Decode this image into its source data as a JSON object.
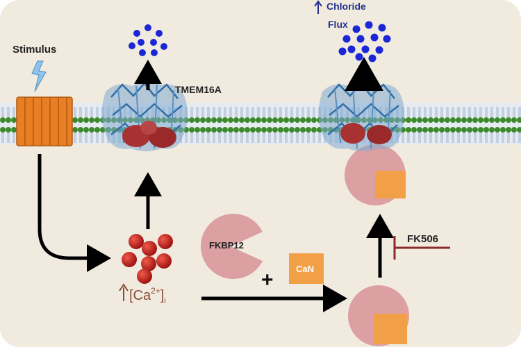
{
  "labels": {
    "stimulus": "Stimulus",
    "channel": "TMEM16A",
    "chloride_line1": "Chloride",
    "chloride_line2": "Flux",
    "fkbp12": "FKBP12",
    "plus": "+",
    "can": "CaN",
    "calcium": "[Ca",
    "calcium_sup": "2+",
    "calcium_sub": "i",
    "calcium_close": "]",
    "fk506": "FK506"
  },
  "colors": {
    "background": "#f1ebdf",
    "membrane_green": "#3c8a2c",
    "membrane_core": "#dfe6f0",
    "receptor": "#e87f24",
    "channel_blue": "#2f6ea6",
    "channel_red": "#a83232",
    "calcium_red": "#cc1f1f",
    "chloride_blue": "#1b27d6",
    "fkbp_pink": "#dda0a2",
    "can_orange": "#f2a048",
    "inhibitor": "#8a2a2a",
    "up_arrow_blue": "#23308f",
    "up_arrow_brown": "#8a4a3a"
  },
  "icons": [
    "lightning-icon",
    "up-arrow-icon"
  ]
}
